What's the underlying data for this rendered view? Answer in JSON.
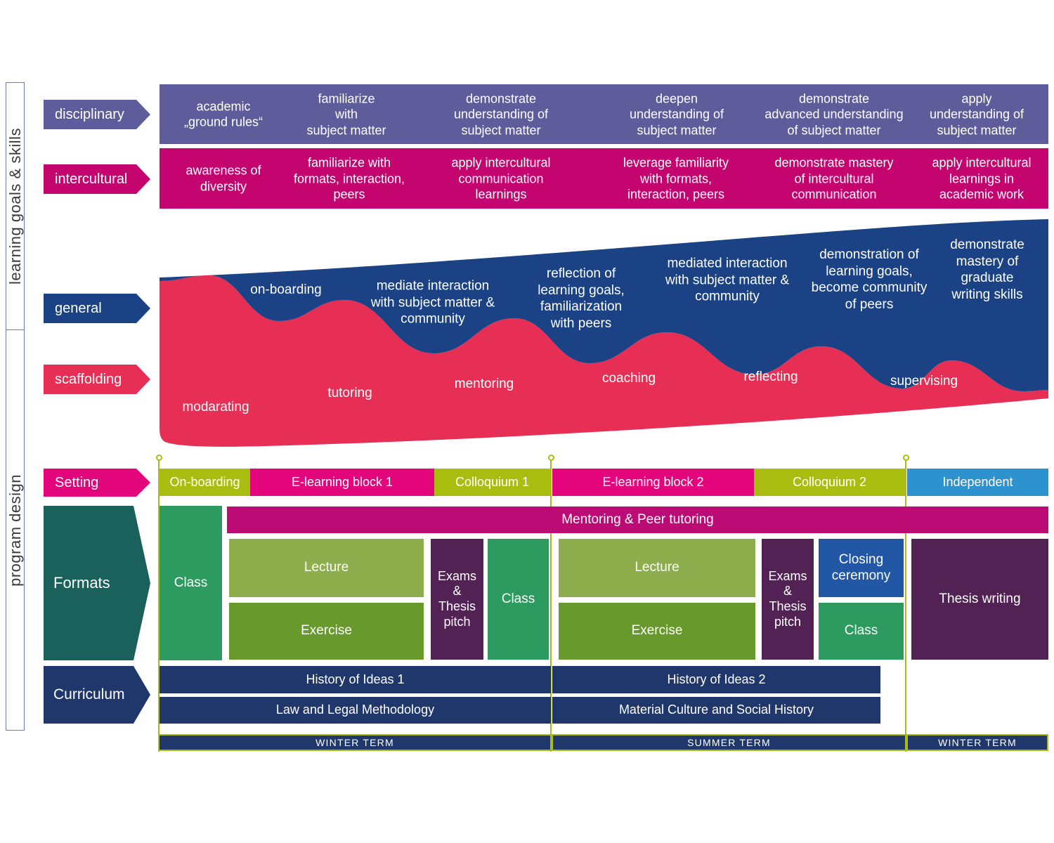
{
  "sidebar": {
    "learning_goals": "learning goals & skills",
    "program_design": "program design"
  },
  "row_labels": {
    "disciplinary": "disciplinary",
    "intercultural": "intercultural",
    "general": "general",
    "scaffolding": "scaffolding",
    "setting": "Setting",
    "formats": "Formats",
    "curriculum": "Curriculum"
  },
  "disciplinary_goals": [
    "academic\n„ground rules“",
    "familiarize\nwith\nsubject matter",
    "demonstrate\nunderstanding of\nsubject matter",
    "deepen\nunderstanding of\nsubject matter",
    "demonstrate\nadvanced understanding\nof subject matter",
    "apply\nunderstanding of\nsubject matter"
  ],
  "intercultural_goals": [
    "awareness of\ndiversity",
    "familiarize with\nformats, interaction,\npeers",
    "apply intercultural\ncommunication\nlearnings",
    "leverage familiarity\nwith formats,\ninteraction, peers",
    "demonstrate mastery\nof intercultural\ncommunication",
    "apply intercultural\nlearnings in\nacademic work"
  ],
  "general_goals": [
    "on-boarding",
    "mediate interaction\nwith subject matter &\ncommunity",
    "reflection of\nlearning goals,\nfamiliarization\nwith peers",
    "mediated interaction\nwith subject matter &\ncommunity",
    "demonstration of\nlearning goals,\nbecome community\nof peers",
    "demonstrate\nmastery of\ngraduate\nwriting skills"
  ],
  "scaffolding_stages": [
    "modarating",
    "tutoring",
    "mentoring",
    "coaching",
    "reflecting",
    "supervising"
  ],
  "setting_segments": [
    "On-boarding",
    "E-learning block 1",
    "Colloquium 1",
    "E-learning block 2",
    "Colloquium 2",
    "Independent"
  ],
  "formats": {
    "mentoring_bar": "Mentoring & Peer tutoring",
    "class_1": "Class",
    "lecture_1": "Lecture",
    "exercise_1": "Exercise",
    "exams_1": "Exams\n&\nThesis\npitch",
    "class_2": "Class",
    "lecture_2": "Lecture",
    "exercise_2": "Exercise",
    "exams_2": "Exams\n&\nThesis\npitch",
    "closing_ceremony": "Closing\nceremony",
    "class_3": "Class",
    "thesis_writing": "Thesis writing"
  },
  "curriculum_courses": [
    "History of Ideas 1",
    "Law and Legal Methodology",
    "History of Ideas 2",
    "Material Culture and Social History"
  ],
  "terms": [
    "WINTER TERM",
    "SUMMER TERM",
    "WINTER TERM"
  ],
  "colors": {
    "disciplinary_purple": "#5f5c9b",
    "intercultural_magenta": "#c40570",
    "general_blue": "#1a4284",
    "scaffolding_red": "#e72e54",
    "setting_magenta": "#e3057c",
    "lime_green": "#a9bd11",
    "independent_blue": "#2e92cf",
    "formats_teal": "#19615a",
    "class_green": "#2d9b5f",
    "lecture_olive": "#8ead4d",
    "exercise_green": "#68992c",
    "exams_purple": "#532255",
    "closing_blue": "#2257a5",
    "mentoring_magenta": "#bc0b75",
    "curriculum_navy": "#20376b"
  }
}
